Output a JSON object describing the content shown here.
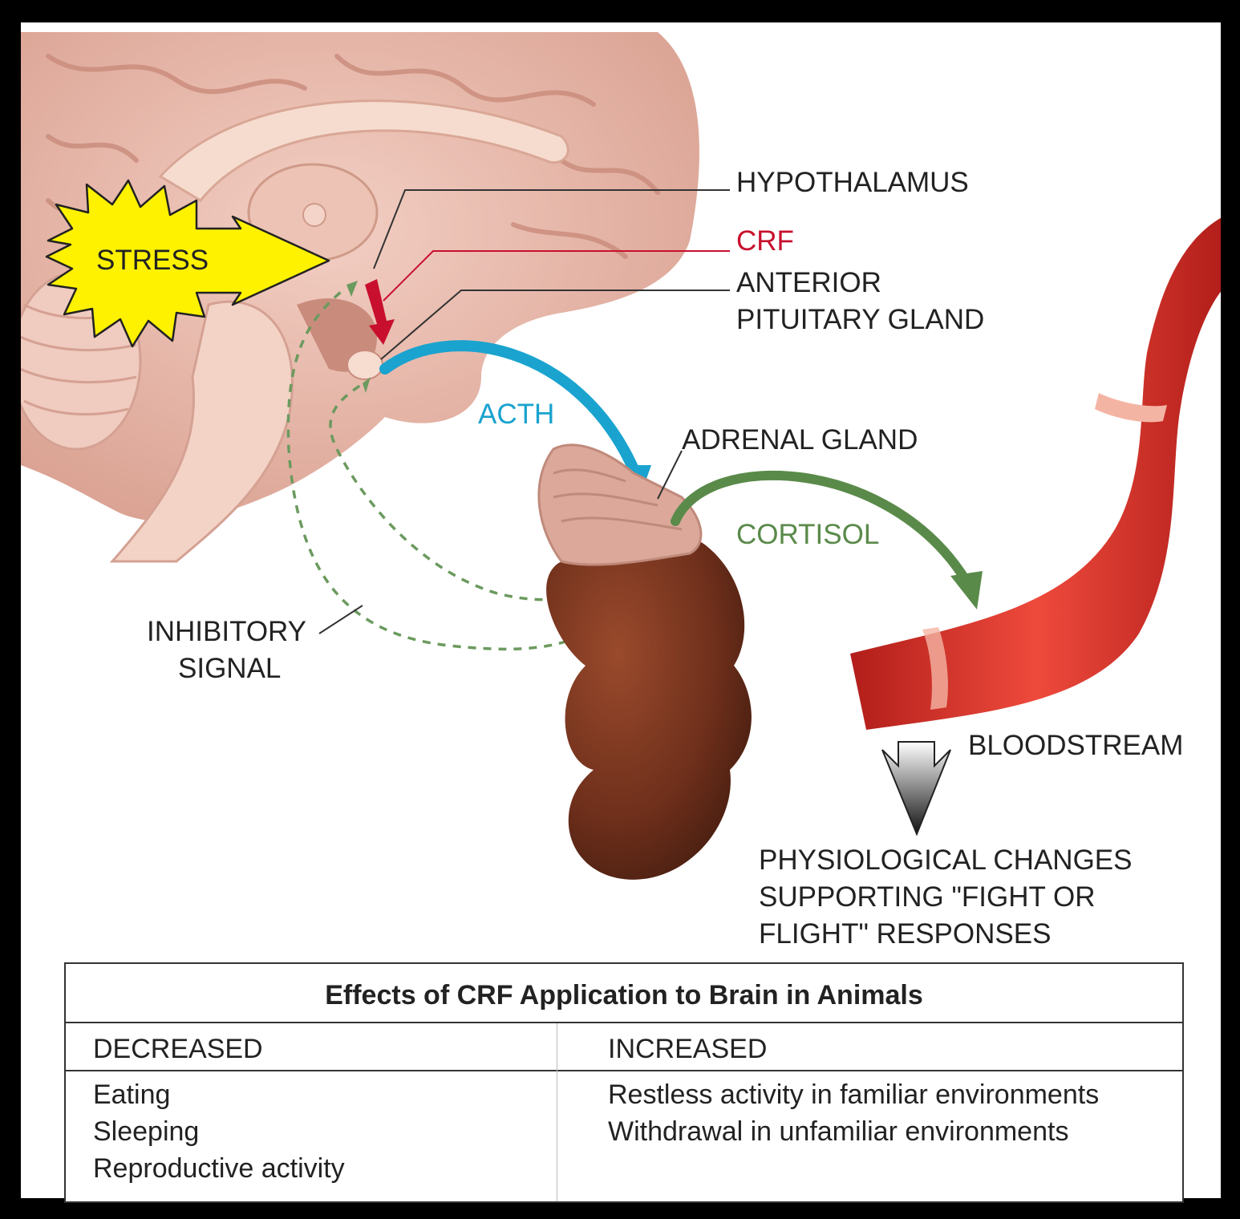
{
  "labels": {
    "stress": "STRESS",
    "hypothalamus": "HYPOTHALAMUS",
    "crf": "CRF",
    "anterior_pituitary": [
      "ANTERIOR",
      "PITUITARY GLAND"
    ],
    "acth": "ACTH",
    "adrenal_gland": "ADRENAL GLAND",
    "cortisol": "CORTISOL",
    "inhibitory_signal": [
      "INHIBITORY",
      "SIGNAL"
    ],
    "bloodstream": "BLOODSTREAM",
    "physiological_changes": [
      "PHYSIOLOGICAL CHANGES",
      "SUPPORTING \"FIGHT OR",
      "FLIGHT\" RESPONSES"
    ]
  },
  "colors": {
    "crf": "#c8102e",
    "acth": "#1aa3cf",
    "cortisol": "#5a8a4a",
    "stress_fill": "#fff200",
    "brain": "#e6b3a5",
    "adrenal": "#6b2f1c",
    "vessel": "#d9342b"
  },
  "table": {
    "title": "Effects of CRF Application to Brain in Animals",
    "columns": [
      "DECREASED",
      "INCREASED"
    ],
    "decreased": [
      "Eating",
      "Sleeping",
      "Reproductive activity"
    ],
    "increased": [
      "Restless activity in familiar environments",
      "Withdrawal in unfamiliar environments"
    ]
  }
}
